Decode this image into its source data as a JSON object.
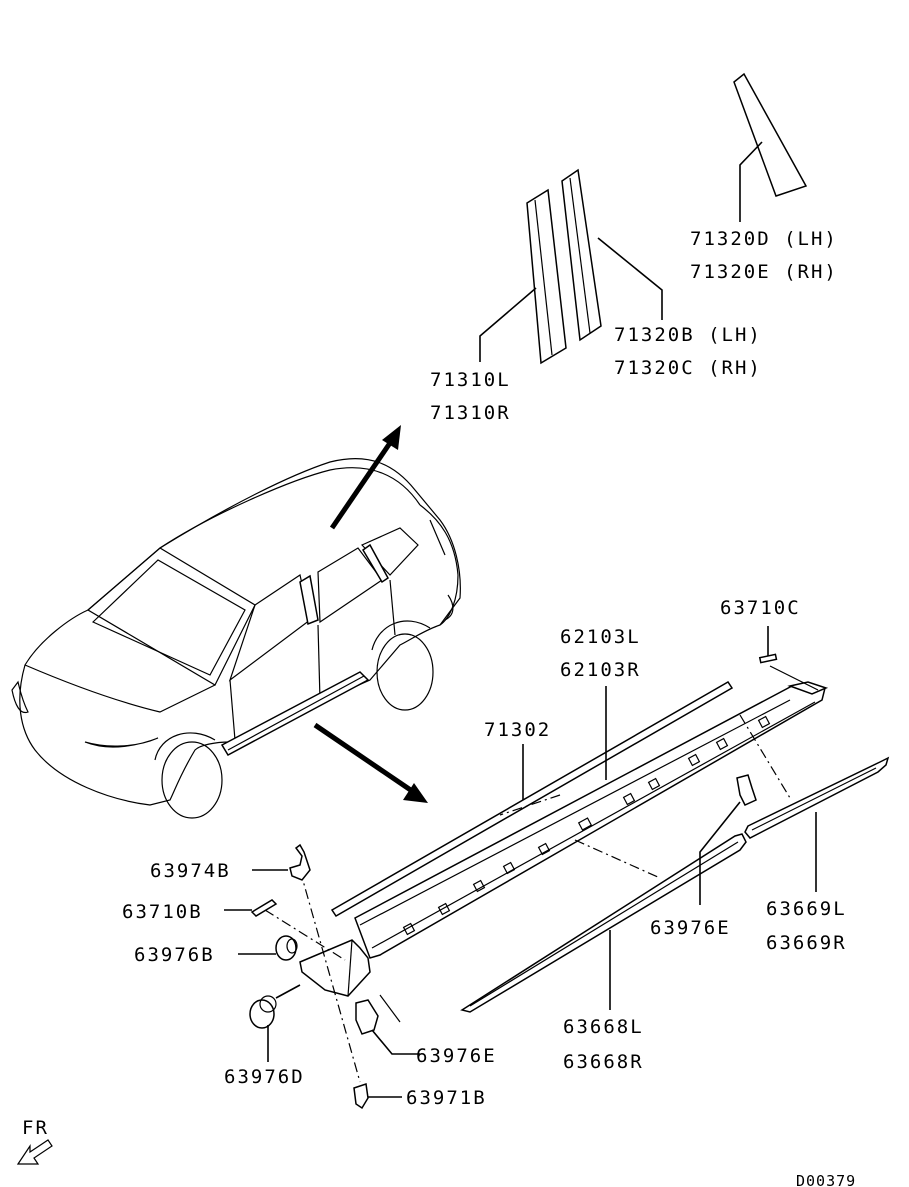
{
  "diagram": {
    "code": "D00379",
    "front_marker": "FR",
    "parts": {
      "p71320D": "71320D (LH)",
      "p71320E": "71320E (RH)",
      "p71320B": "71320B (LH)",
      "p71320C": "71320C (RH)",
      "p71310L": "71310L",
      "p71310R": "71310R",
      "p63710C": "63710C",
      "p62103L": "62103L",
      "p62103R": "62103R",
      "p71302": "71302",
      "p63974B": "63974B",
      "p63710B": "63710B",
      "p63976B": "63976B",
      "p63976E_a": "63976E",
      "p63669L": "63669L",
      "p63669R": "63669R",
      "p63668L": "63668L",
      "p63668R": "63668R",
      "p63976E_b": "63976E",
      "p63976D": "63976D",
      "p63971B": "63971B"
    }
  }
}
